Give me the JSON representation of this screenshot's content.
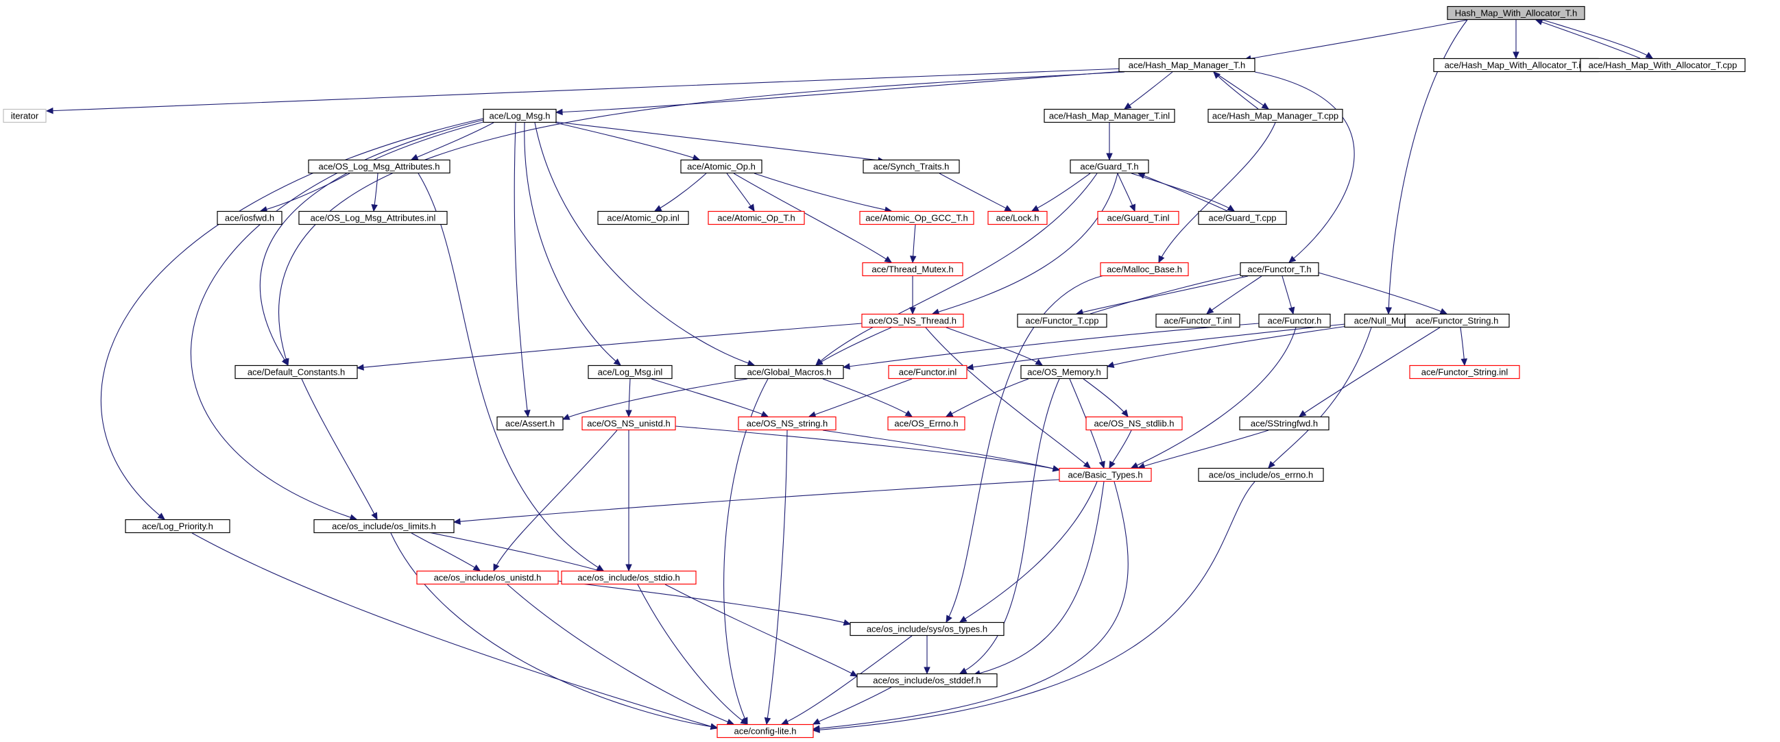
{
  "colors": {
    "background": "#ffffff",
    "edge": "#191970",
    "documented_border": "#000000",
    "undocumented_border": "#ff0000",
    "external_border": "#bfbfbf",
    "root_fill": "#bfbfbf",
    "node_fill": "#ffffff"
  },
  "nodes": [
    {
      "id": "root",
      "label": "Hash_Map_With_Allocator_T.h",
      "kind": "root"
    },
    {
      "id": "hmm_h",
      "label": "ace/Hash_Map_Manager_T.h",
      "kind": "documented"
    },
    {
      "id": "hmwa_inl",
      "label": "ace/Hash_Map_With_Allocator_T.inl",
      "kind": "documented"
    },
    {
      "id": "hmwa_cpp",
      "label": "ace/Hash_Map_With_Allocator_T.cpp",
      "kind": "documented"
    },
    {
      "id": "iterator",
      "label": "iterator",
      "kind": "external"
    },
    {
      "id": "log_msg_h",
      "label": "ace/Log_Msg.h",
      "kind": "documented"
    },
    {
      "id": "hmm_inl",
      "label": "ace/Hash_Map_Manager_T.inl",
      "kind": "documented"
    },
    {
      "id": "hmm_cpp",
      "label": "ace/Hash_Map_Manager_T.cpp",
      "kind": "documented"
    },
    {
      "id": "os_lma_h",
      "label": "ace/OS_Log_Msg_Attributes.h",
      "kind": "documented"
    },
    {
      "id": "atomic_h",
      "label": "ace/Atomic_Op.h",
      "kind": "documented"
    },
    {
      "id": "synch_h",
      "label": "ace/Synch_Traits.h",
      "kind": "documented"
    },
    {
      "id": "guard_h",
      "label": "ace/Guard_T.h",
      "kind": "documented"
    },
    {
      "id": "iosfwd",
      "label": "ace/iosfwd.h",
      "kind": "documented"
    },
    {
      "id": "os_lma_inl",
      "label": "ace/OS_Log_Msg_Attributes.inl",
      "kind": "documented"
    },
    {
      "id": "atomic_inl",
      "label": "ace/Atomic_Op.inl",
      "kind": "documented"
    },
    {
      "id": "atomic_t",
      "label": "ace/Atomic_Op_T.h",
      "kind": "undocumented"
    },
    {
      "id": "atomic_gcc",
      "label": "ace/Atomic_Op_GCC_T.h",
      "kind": "undocumented"
    },
    {
      "id": "lock_h",
      "label": "ace/Lock.h",
      "kind": "undocumented"
    },
    {
      "id": "guard_inl",
      "label": "ace/Guard_T.inl",
      "kind": "undocumented"
    },
    {
      "id": "guard_cpp",
      "label": "ace/Guard_T.cpp",
      "kind": "documented"
    },
    {
      "id": "thread_mutex",
      "label": "ace/Thread_Mutex.h",
      "kind": "undocumented"
    },
    {
      "id": "malloc_base",
      "label": "ace/Malloc_Base.h",
      "kind": "undocumented"
    },
    {
      "id": "functor_t_h",
      "label": "ace/Functor_T.h",
      "kind": "documented"
    },
    {
      "id": "os_ns_thread",
      "label": "ace/OS_NS_Thread.h",
      "kind": "undocumented"
    },
    {
      "id": "functor_t_cpp",
      "label": "ace/Functor_T.cpp",
      "kind": "documented"
    },
    {
      "id": "functor_t_inl",
      "label": "ace/Functor_T.inl",
      "kind": "documented"
    },
    {
      "id": "functor_h",
      "label": "ace/Functor.h",
      "kind": "documented"
    },
    {
      "id": "null_mutex",
      "label": "ace/Null_Mutex.h",
      "kind": "documented"
    },
    {
      "id": "functor_string_h",
      "label": "ace/Functor_String.h",
      "kind": "documented"
    },
    {
      "id": "default_const",
      "label": "ace/Default_Constants.h",
      "kind": "documented"
    },
    {
      "id": "log_msg_inl",
      "label": "ace/Log_Msg.inl",
      "kind": "documented"
    },
    {
      "id": "global_macros",
      "label": "ace/Global_Macros.h",
      "kind": "documented"
    },
    {
      "id": "functor_inl",
      "label": "ace/Functor.inl",
      "kind": "undocumented"
    },
    {
      "id": "os_memory",
      "label": "ace/OS_Memory.h",
      "kind": "documented"
    },
    {
      "id": "functor_string_inl",
      "label": "ace/Functor_String.inl",
      "kind": "undocumented"
    },
    {
      "id": "assert_h",
      "label": "ace/Assert.h",
      "kind": "documented"
    },
    {
      "id": "os_ns_unistd",
      "label": "ace/OS_NS_unistd.h",
      "kind": "undocumented"
    },
    {
      "id": "os_ns_string",
      "label": "ace/OS_NS_string.h",
      "kind": "undocumented"
    },
    {
      "id": "os_errno",
      "label": "ace/OS_Errno.h",
      "kind": "undocumented"
    },
    {
      "id": "os_ns_stdlib",
      "label": "ace/OS_NS_stdlib.h",
      "kind": "undocumented"
    },
    {
      "id": "sstringfwd",
      "label": "ace/SStringfwd.h",
      "kind": "documented"
    },
    {
      "id": "basic_types",
      "label": "ace/Basic_Types.h",
      "kind": "undocumented"
    },
    {
      "id": "os_errno_h",
      "label": "ace/os_include/os_errno.h",
      "kind": "documented"
    },
    {
      "id": "log_priority",
      "label": "ace/Log_Priority.h",
      "kind": "documented"
    },
    {
      "id": "os_limits",
      "label": "ace/os_include/os_limits.h",
      "kind": "documented"
    },
    {
      "id": "os_unistd_h",
      "label": "ace/os_include/os_unistd.h",
      "kind": "undocumented"
    },
    {
      "id": "os_stdio_h",
      "label": "ace/os_include/os_stdio.h",
      "kind": "undocumented"
    },
    {
      "id": "os_types_h",
      "label": "ace/os_include/sys/os_types.h",
      "kind": "documented"
    },
    {
      "id": "os_stddef_h",
      "label": "ace/os_include/os_stddef.h",
      "kind": "documented"
    },
    {
      "id": "config_lite",
      "label": "ace/config-lite.h",
      "kind": "undocumented"
    }
  ],
  "edges": [
    [
      "root",
      "hmm_h"
    ],
    [
      "root",
      "hmwa_inl"
    ],
    [
      "root",
      "hmwa_cpp"
    ],
    [
      "root",
      "null_mutex"
    ],
    [
      "hmwa_cpp",
      "root"
    ],
    [
      "hmm_h",
      "iterator"
    ],
    [
      "hmm_h",
      "log_msg_h"
    ],
    [
      "hmm_h",
      "hmm_inl"
    ],
    [
      "hmm_h",
      "hmm_cpp"
    ],
    [
      "hmm_h",
      "default_const"
    ],
    [
      "hmm_h",
      "functor_t_h"
    ],
    [
      "hmm_cpp",
      "hmm_h"
    ],
    [
      "hmm_cpp",
      "malloc_base"
    ],
    [
      "hmm_inl",
      "guard_h"
    ],
    [
      "log_msg_h",
      "os_lma_h"
    ],
    [
      "log_msg_h",
      "atomic_h"
    ],
    [
      "log_msg_h",
      "synch_h"
    ],
    [
      "log_msg_h",
      "default_const"
    ],
    [
      "log_msg_h",
      "log_msg_inl"
    ],
    [
      "log_msg_h",
      "global_macros"
    ],
    [
      "log_msg_h",
      "assert_h"
    ],
    [
      "log_msg_h",
      "os_limits"
    ],
    [
      "log_msg_h",
      "log_priority"
    ],
    [
      "os_lma_h",
      "iosfwd"
    ],
    [
      "os_lma_h",
      "os_lma_inl"
    ],
    [
      "os_lma_h",
      "os_stdio_h"
    ],
    [
      "atomic_h",
      "atomic_inl"
    ],
    [
      "atomic_h",
      "atomic_t"
    ],
    [
      "atomic_h",
      "atomic_gcc"
    ],
    [
      "atomic_h",
      "thread_mutex"
    ],
    [
      "synch_h",
      "lock_h"
    ],
    [
      "guard_h",
      "lock_h"
    ],
    [
      "guard_h",
      "guard_inl"
    ],
    [
      "guard_h",
      "guard_cpp"
    ],
    [
      "guard_h",
      "global_macros"
    ],
    [
      "guard_h",
      "os_ns_thread"
    ],
    [
      "guard_cpp",
      "guard_h"
    ],
    [
      "atomic_gcc",
      "thread_mutex"
    ],
    [
      "thread_mutex",
      "os_ns_thread"
    ],
    [
      "malloc_base",
      "os_types_h"
    ],
    [
      "functor_t_h",
      "functor_t_cpp"
    ],
    [
      "functor_t_h",
      "functor_t_inl"
    ],
    [
      "functor_t_h",
      "functor_h"
    ],
    [
      "functor_t_h",
      "functor_string_h"
    ],
    [
      "functor_t_cpp",
      "functor_t_h"
    ],
    [
      "functor_h",
      "global_macros"
    ],
    [
      "functor_h",
      "basic_types"
    ],
    [
      "null_mutex",
      "os_memory"
    ],
    [
      "null_mutex",
      "functor_inl"
    ],
    [
      "null_mutex",
      "os_errno_h"
    ],
    [
      "functor_string_h",
      "functor_string_inl"
    ],
    [
      "functor_string_h",
      "sstringfwd"
    ],
    [
      "os_ns_thread",
      "default_const"
    ],
    [
      "os_ns_thread",
      "global_macros"
    ],
    [
      "os_ns_thread",
      "os_memory"
    ],
    [
      "os_ns_thread",
      "basic_types"
    ],
    [
      "default_const",
      "os_limits"
    ],
    [
      "log_msg_inl",
      "os_ns_unistd"
    ],
    [
      "log_msg_inl",
      "os_ns_string"
    ],
    [
      "global_macros",
      "assert_h"
    ],
    [
      "global_macros",
      "os_errno"
    ],
    [
      "global_macros",
      "config_lite"
    ],
    [
      "functor_inl",
      "os_ns_string"
    ],
    [
      "os_memory",
      "os_errno"
    ],
    [
      "os_memory",
      "os_ns_stdlib"
    ],
    [
      "os_memory",
      "basic_types"
    ],
    [
      "os_memory",
      "os_stddef_h"
    ],
    [
      "os_ns_unistd",
      "basic_types"
    ],
    [
      "os_ns_unistd",
      "os_unistd_h"
    ],
    [
      "os_ns_unistd",
      "os_stdio_h"
    ],
    [
      "os_ns_string",
      "basic_types"
    ],
    [
      "os_ns_string",
      "config_lite"
    ],
    [
      "os_ns_stdlib",
      "basic_types"
    ],
    [
      "sstringfwd",
      "basic_types"
    ],
    [
      "basic_types",
      "os_limits"
    ],
    [
      "basic_types",
      "os_types_h"
    ],
    [
      "basic_types",
      "os_stddef_h"
    ],
    [
      "basic_types",
      "config_lite"
    ],
    [
      "os_errno_h",
      "config_lite"
    ],
    [
      "log_priority",
      "config_lite"
    ],
    [
      "os_limits",
      "os_unistd_h"
    ],
    [
      "os_limits",
      "os_stdio_h"
    ],
    [
      "os_limits",
      "config_lite"
    ],
    [
      "os_unistd_h",
      "os_types_h"
    ],
    [
      "os_unistd_h",
      "config_lite"
    ],
    [
      "os_stdio_h",
      "os_stddef_h"
    ],
    [
      "os_stdio_h",
      "config_lite"
    ],
    [
      "os_types_h",
      "os_stddef_h"
    ],
    [
      "os_types_h",
      "config_lite"
    ],
    [
      "os_stddef_h",
      "config_lite"
    ]
  ]
}
